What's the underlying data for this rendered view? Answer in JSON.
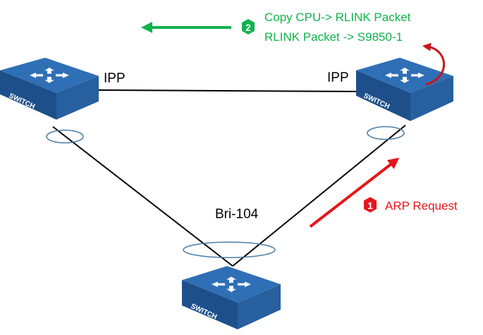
{
  "switches": [
    {
      "id": "left",
      "label": "SWITCH"
    },
    {
      "id": "right",
      "label": "SWITCH"
    },
    {
      "id": "bottom",
      "label": "SWITCH"
    }
  ],
  "link_labels": {
    "ipp_left": "IPP",
    "ipp_right": "IPP",
    "bridge": "Bri-104"
  },
  "step1": {
    "number": "1",
    "text": "ARP Request",
    "color": "#e8141b"
  },
  "step2": {
    "number": "2",
    "line1": "Copy CPU-> RLINK Packet",
    "line2": "RLINK Packet -> S9850-1",
    "color": "#12b24e"
  },
  "colors": {
    "switch_top": "#2f6fb5",
    "switch_side": "#1d4f8a",
    "link": "#000000",
    "ring": "#4a7fa8",
    "loop_arrow": "#c8151b"
  }
}
